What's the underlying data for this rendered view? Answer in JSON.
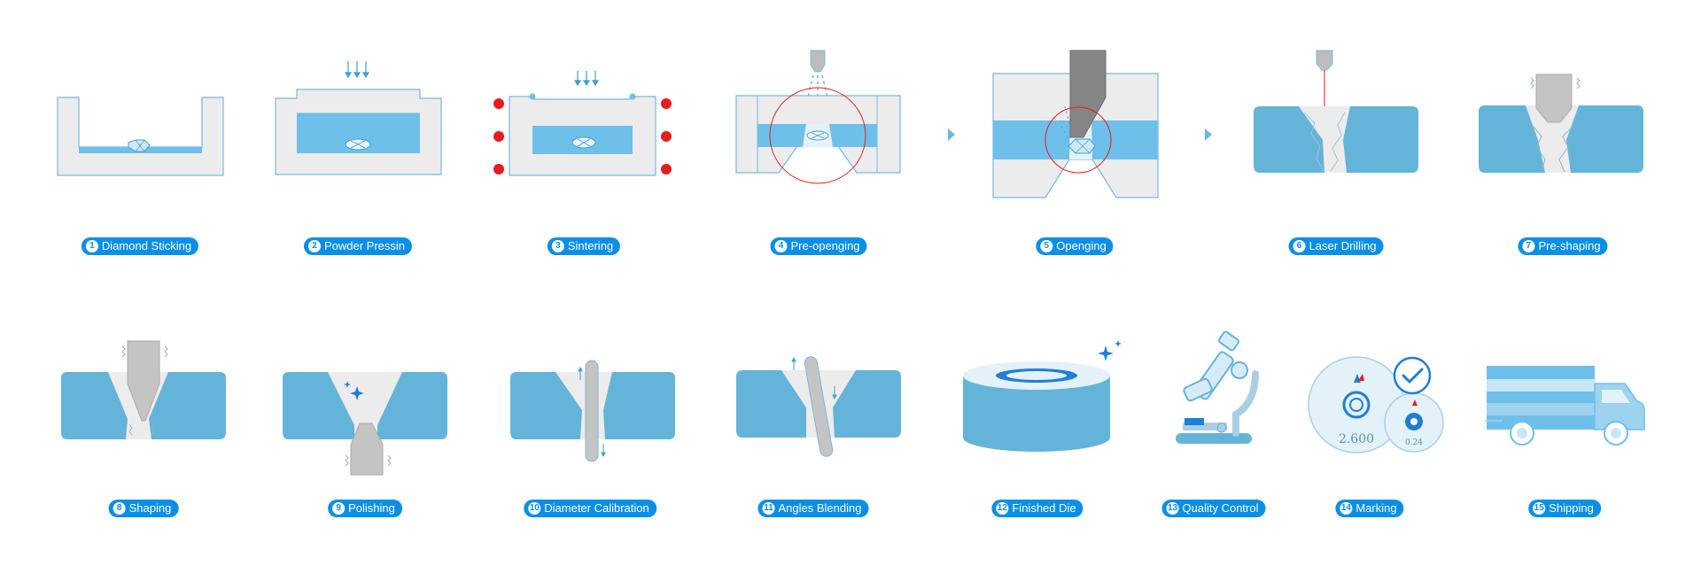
{
  "steps": [
    {
      "num": "1",
      "label": "Diamond Sticking"
    },
    {
      "num": "2",
      "label": "Powder Pressin"
    },
    {
      "num": "3",
      "label": "Sintering"
    },
    {
      "num": "4",
      "label": "Pre-openging"
    },
    {
      "num": "5",
      "label": "Openging"
    },
    {
      "num": "6",
      "label": "Laser Drilling"
    },
    {
      "num": "7",
      "label": "Pre-shaping"
    },
    {
      "num": "8",
      "label": "Shaping"
    },
    {
      "num": "9",
      "label": "Polishing"
    },
    {
      "num": "10",
      "label": "Diameter Calibration"
    },
    {
      "num": "11",
      "label": "Angles Blending"
    },
    {
      "num": "12",
      "label": "Finished Die"
    },
    {
      "num": "13",
      "label": "Quality Control"
    },
    {
      "num": "14",
      "label": "Marking"
    },
    {
      "num": "15",
      "label": "Shipping"
    }
  ],
  "marking_values": {
    "large_disc": "2.600",
    "small_disc": "0.24"
  },
  "colors": {
    "accent": "#0a8fe8",
    "die_blue": "#64b4d9",
    "powder_blue": "#6ec0ea",
    "mold_gray": "#ececec",
    "outline": "#79b8dc",
    "heat_red": "#e81c1c",
    "tool_gray": "#bdbdbd"
  },
  "icons": [
    "down-arrow-icon",
    "heat-dot-icon",
    "nozzle-icon",
    "laser-icon",
    "sparkle-icon",
    "microscope-icon",
    "check-icon",
    "truck-icon",
    "flow-arrow-icon"
  ]
}
